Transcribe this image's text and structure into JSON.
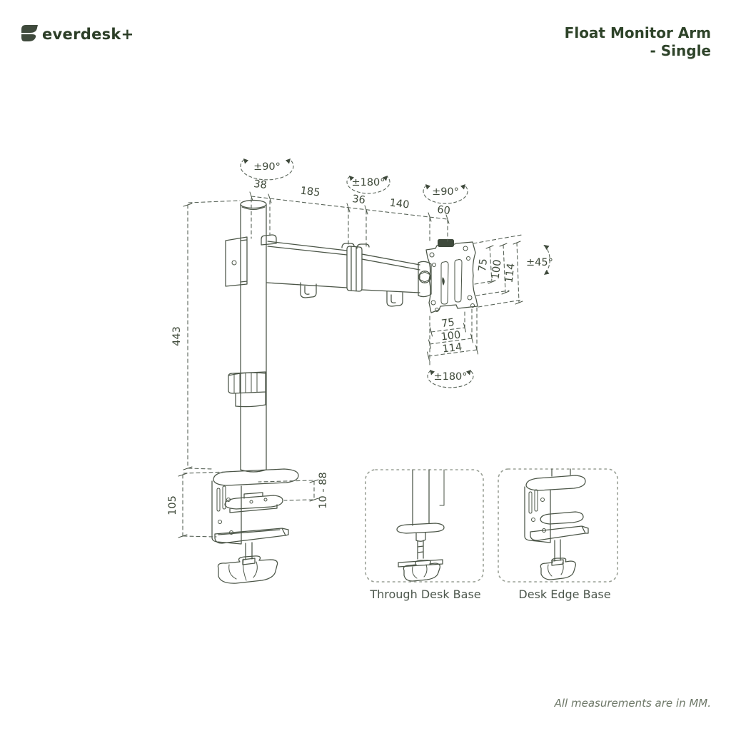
{
  "header": {
    "brand": "everdesk+",
    "title_line1": "Float Monitor Arm",
    "title_line2": "- Single"
  },
  "diagram": {
    "rotation_labels": {
      "pole": "±90°",
      "elbow": "±180°",
      "vesa_joint": "±90°",
      "tilt": "±45°",
      "vesa_rotate": "±180°"
    },
    "top_dims": {
      "pole_width": "38",
      "arm_inner": "185",
      "elbow": "36",
      "arm_outer": "140",
      "vesa_offset": "60"
    },
    "vesa_side_dims": {
      "d75": "75",
      "d100": "100",
      "d114": "114"
    },
    "vesa_bottom_dims": {
      "d75": "75",
      "d100": "100",
      "d114": "114"
    },
    "left_dims": {
      "pole_height": "443",
      "clamp_height": "105"
    },
    "clamp_range": "10 - 88"
  },
  "insets": {
    "through_desk": {
      "label": "Through Desk Base"
    },
    "desk_edge": {
      "label": "Desk Edge Base"
    }
  },
  "footer": {
    "note": "All measurements are in MM."
  },
  "colors": {
    "brand_green": "#2c3e27",
    "line_art": "#4b5547",
    "dashed_line": "#5a655a",
    "dim_text": "#3e4939",
    "panel_border": "#9aa096",
    "note_text": "#6e7868",
    "background": "#ffffff"
  }
}
